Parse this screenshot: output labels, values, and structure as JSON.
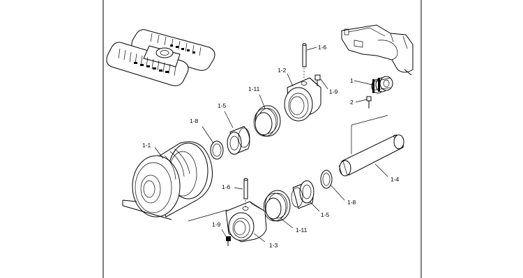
{
  "diagram": {
    "labels": {
      "p1_1": "1-1",
      "p1_2": "1-2",
      "p1_3": "1-3",
      "p1_4": "1-4",
      "p1_5a": "1-5",
      "p1_5b": "1-5",
      "p1_6a": "1-6",
      "p1_6b": "1-6",
      "p1_8a": "1-8",
      "p1_8b": "1-8",
      "p1_9a": "1-9",
      "p1_9b": "1-9",
      "p1_11a": "1-11",
      "p1_11b": "1-11",
      "p1": "1",
      "p2": "2"
    }
  }
}
